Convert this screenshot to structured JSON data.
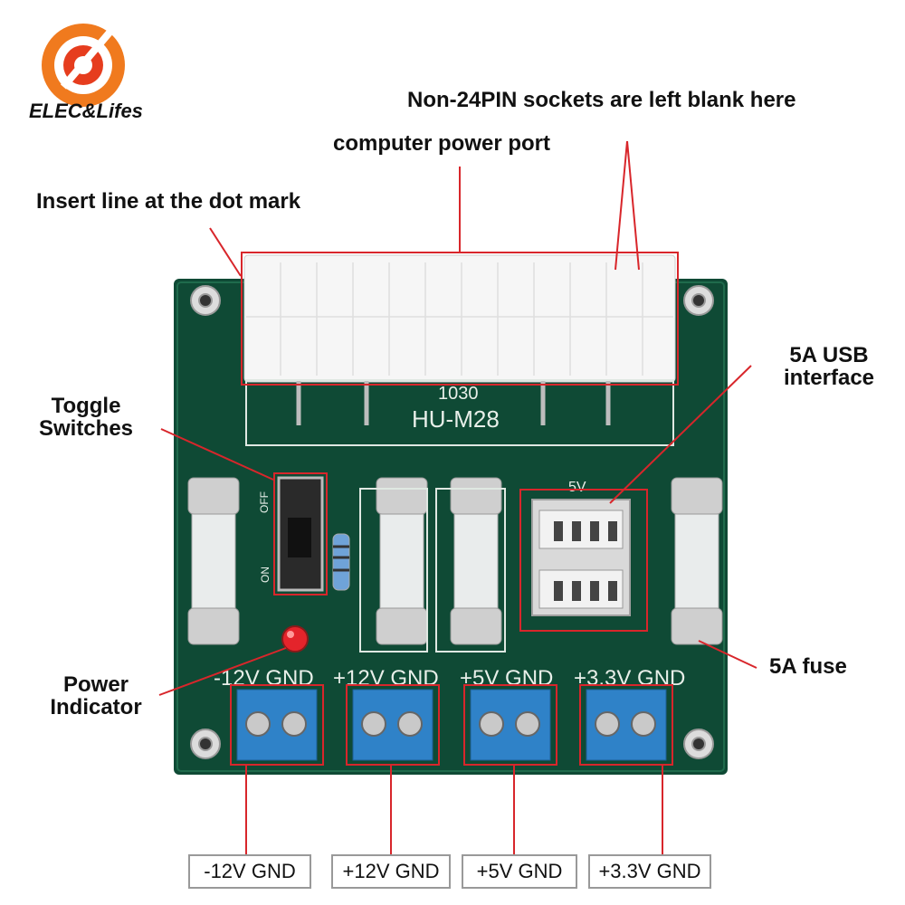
{
  "logo": {
    "text": "ELEC&Lifes"
  },
  "annotations": {
    "non24pin": "Non-24PIN sockets are left blank here",
    "power_port": "computer power port",
    "insert_line": "Insert line at the dot mark",
    "toggle_switches_1": "Toggle",
    "toggle_switches_2": "Switches",
    "usb_1": "5A USB",
    "usb_2": "interface",
    "fuse": "5A fuse",
    "power_indicator_1": "Power",
    "power_indicator_2": "Indicator"
  },
  "board": {
    "silk_model_1": "1030",
    "silk_model_2": "HU-M28",
    "switch_off": "OFF",
    "switch_on": "ON",
    "usb_5v": "5V",
    "rail_labels": [
      "-12V GND",
      "+12V GND",
      "+5V GND",
      "+3.3V GND"
    ]
  },
  "outputs": [
    "-12V GND",
    "+12V GND",
    "+5V GND",
    "+3.3V GND"
  ],
  "colors": {
    "board": "#0f4a35",
    "annotation": "#d8262b",
    "terminal": "#2f82c8"
  }
}
